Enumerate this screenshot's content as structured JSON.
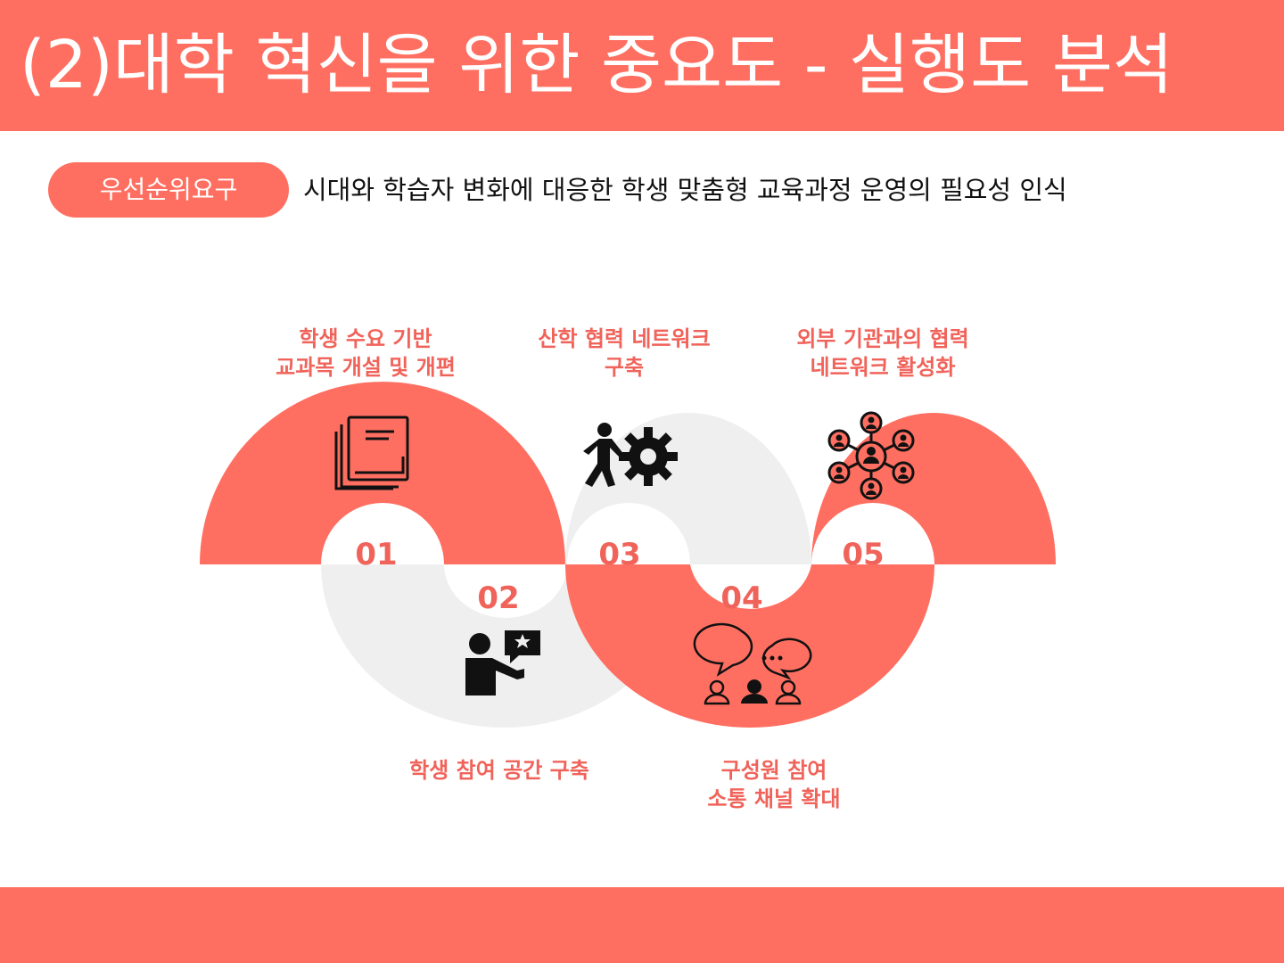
{
  "header": {
    "title": "(2)대학 혁신을 위한 중요도 - 실행도 분석"
  },
  "priority": {
    "badge": "우선순위요구",
    "text": "시대와 학습자 변화에 대응한 학생 맞춤형 교육과정 운영의 필요성 인식"
  },
  "colors": {
    "accent": "#ff6f61",
    "label": "#f0635a",
    "gray": "#efefef"
  },
  "steps": [
    {
      "number": "01",
      "lines": [
        "학생 수요 기반",
        "교과목 개설 및 개편"
      ],
      "icon": "book-icon"
    },
    {
      "number": "02",
      "lines": [
        "학생 참여 공간 구축"
      ],
      "icon": "presenter-star-icon"
    },
    {
      "number": "03",
      "lines": [
        "산학 협력 네트워크",
        "구축"
      ],
      "icon": "person-pushing-gear-icon"
    },
    {
      "number": "04",
      "lines": [
        "구성원 참여",
        "소통 채널 확대"
      ],
      "icon": "group-chat-icon"
    },
    {
      "number": "05",
      "lines": [
        "외부 기관과의 협력",
        "네트워크 활성화"
      ],
      "icon": "network-people-icon"
    }
  ]
}
